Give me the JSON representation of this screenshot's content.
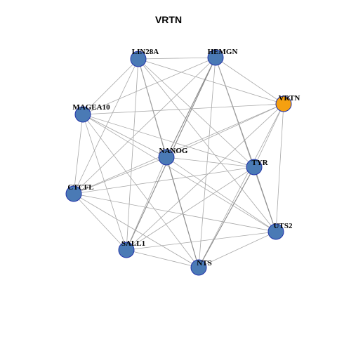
{
  "title": "VRTN",
  "colors": {
    "node_fill": "#4a7ab5",
    "node_stroke": "#2233aa",
    "highlight_fill": "#f5a010",
    "edge": "#a8a8a8"
  },
  "nodes": [
    {
      "id": "LIN28A",
      "label": "LIN28A",
      "highlight": false
    },
    {
      "id": "HEMGN",
      "label": "HEMGN",
      "highlight": false
    },
    {
      "id": "VRTN",
      "label": "VRTN",
      "highlight": true
    },
    {
      "id": "MAGEA10",
      "label": "MAGEA10",
      "highlight": false
    },
    {
      "id": "NANOG",
      "label": "NANOG",
      "highlight": false
    },
    {
      "id": "TYR",
      "label": "TYR",
      "highlight": false
    },
    {
      "id": "CTCFL",
      "label": "CTCFL",
      "highlight": false
    },
    {
      "id": "UTS2",
      "label": "UTS2",
      "highlight": false
    },
    {
      "id": "SALL1",
      "label": "SALL1",
      "highlight": false
    },
    {
      "id": "NTS",
      "label": "NTS",
      "highlight": false
    }
  ],
  "edges": [
    [
      "LIN28A",
      "HEMGN"
    ],
    [
      "LIN28A",
      "VRTN"
    ],
    [
      "LIN28A",
      "MAGEA10"
    ],
    [
      "LIN28A",
      "NANOG"
    ],
    [
      "LIN28A",
      "TYR"
    ],
    [
      "LIN28A",
      "CTCFL"
    ],
    [
      "LIN28A",
      "UTS2"
    ],
    [
      "LIN28A",
      "SALL1"
    ],
    [
      "LIN28A",
      "NTS"
    ],
    [
      "HEMGN",
      "VRTN"
    ],
    [
      "HEMGN",
      "MAGEA10"
    ],
    [
      "HEMGN",
      "NANOG"
    ],
    [
      "HEMGN",
      "TYR"
    ],
    [
      "HEMGN",
      "CTCFL"
    ],
    [
      "HEMGN",
      "SALL1"
    ],
    [
      "HEMGN",
      "NTS"
    ],
    [
      "HEMGN",
      "UTS2"
    ],
    [
      "VRTN",
      "MAGEA10"
    ],
    [
      "VRTN",
      "NANOG"
    ],
    [
      "VRTN",
      "TYR"
    ],
    [
      "VRTN",
      "CTCFL"
    ],
    [
      "VRTN",
      "UTS2"
    ],
    [
      "VRTN",
      "SALL1"
    ],
    [
      "VRTN",
      "NTS"
    ],
    [
      "MAGEA10",
      "NANOG"
    ],
    [
      "MAGEA10",
      "TYR"
    ],
    [
      "MAGEA10",
      "CTCFL"
    ],
    [
      "MAGEA10",
      "SALL1"
    ],
    [
      "MAGEA10",
      "NTS"
    ],
    [
      "MAGEA10",
      "UTS2"
    ],
    [
      "NANOG",
      "TYR"
    ],
    [
      "NANOG",
      "CTCFL"
    ],
    [
      "NANOG",
      "UTS2"
    ],
    [
      "NANOG",
      "SALL1"
    ],
    [
      "NANOG",
      "NTS"
    ],
    [
      "TYR",
      "CTCFL"
    ],
    [
      "TYR",
      "UTS2"
    ],
    [
      "TYR",
      "SALL1"
    ],
    [
      "TYR",
      "NTS"
    ],
    [
      "CTCFL",
      "UTS2"
    ],
    [
      "CTCFL",
      "SALL1"
    ],
    [
      "CTCFL",
      "NTS"
    ],
    [
      "UTS2",
      "SALL1"
    ],
    [
      "UTS2",
      "NTS"
    ],
    [
      "SALL1",
      "NTS"
    ]
  ],
  "strong_edges": [
    [
      "LIN28A",
      "NANOG"
    ],
    [
      "HEMGN",
      "NANOG"
    ],
    [
      "HEMGN",
      "TYR"
    ],
    [
      "NANOG",
      "NTS"
    ],
    [
      "TYR",
      "NTS"
    ],
    [
      "HEMGN",
      "SALL1"
    ],
    [
      "TYR",
      "UTS2"
    ]
  ]
}
